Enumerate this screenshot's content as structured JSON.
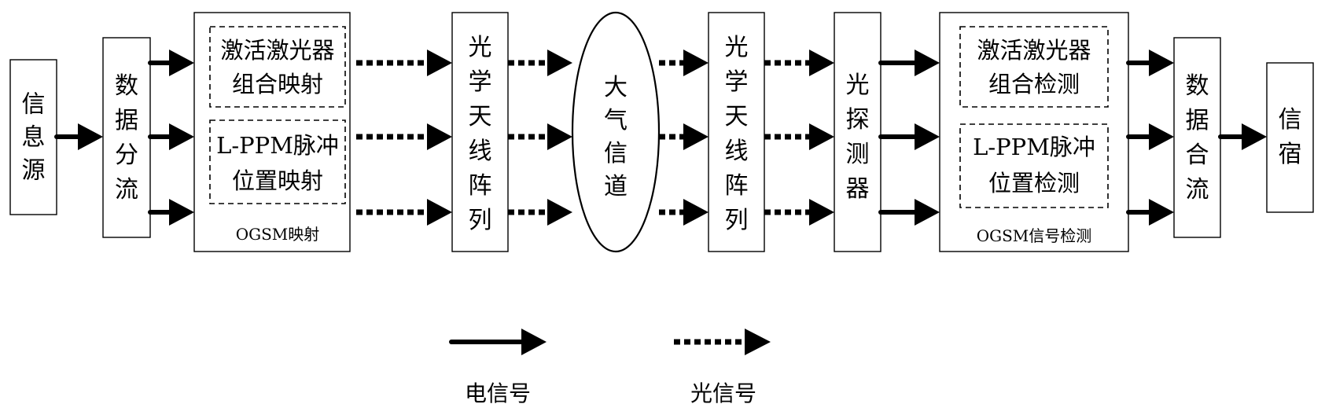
{
  "diagram": {
    "blocks": {
      "source": "信息源",
      "split": "数据分流",
      "ogsm_map": {
        "inner_top": [
          "激活激光器",
          "组合映射"
        ],
        "inner_bottom": [
          "L-PPM脉冲",
          "位置映射"
        ],
        "caption": "OGSM映射"
      },
      "tx_antenna": "光学天线阵列",
      "channel": "大气信道",
      "rx_antenna": "光学天线阵列",
      "detector": "光探测器",
      "ogsm_detect": {
        "inner_top": [
          "激活激光器",
          "组合检测"
        ],
        "inner_bottom": [
          "L-PPM脉冲",
          "位置检测"
        ],
        "caption": "OGSM信号检测"
      },
      "merge": "数据合流",
      "sink": "信宿"
    },
    "connections": [
      {
        "from": "source",
        "to": "split",
        "type": "electrical",
        "count": 1
      },
      {
        "from": "split",
        "to": "ogsm_map",
        "type": "electrical",
        "count": 3
      },
      {
        "from": "ogsm_map",
        "to": "tx_antenna",
        "type": "optical",
        "count": 3
      },
      {
        "from": "tx_antenna",
        "to": "channel",
        "type": "optical",
        "count": 3
      },
      {
        "from": "channel",
        "to": "rx_antenna",
        "type": "optical",
        "count": 3
      },
      {
        "from": "rx_antenna",
        "to": "detector",
        "type": "optical",
        "count": 3
      },
      {
        "from": "detector",
        "to": "ogsm_detect",
        "type": "electrical",
        "count": 3
      },
      {
        "from": "ogsm_detect",
        "to": "merge",
        "type": "electrical",
        "count": 3
      },
      {
        "from": "merge",
        "to": "sink",
        "type": "electrical",
        "count": 1
      }
    ],
    "legend": {
      "electrical": "电信号",
      "optical": "光信号"
    }
  }
}
